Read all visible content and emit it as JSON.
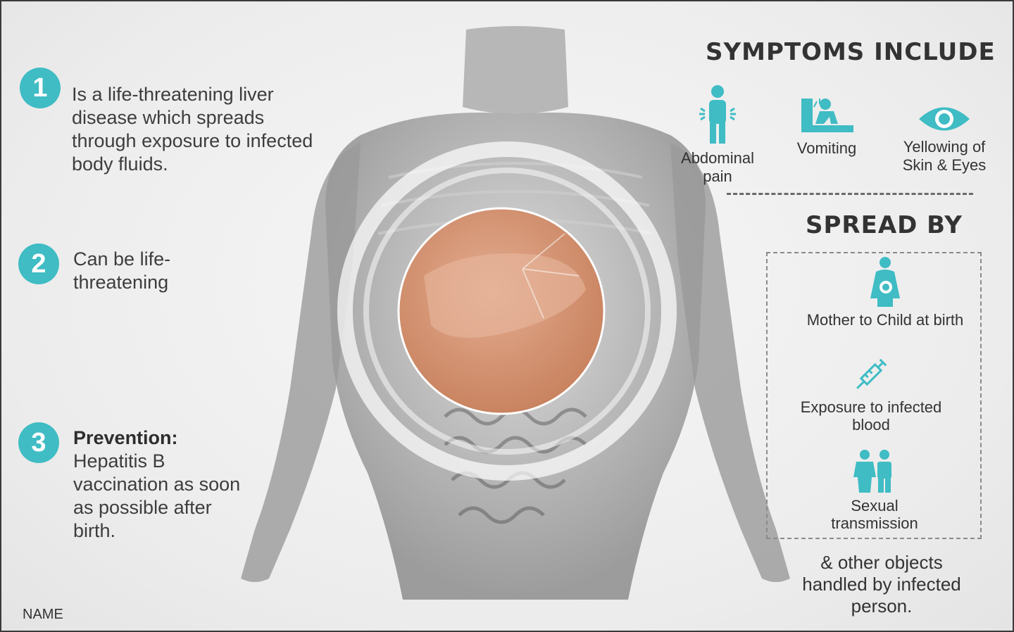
{
  "facts": [
    {
      "number": "1",
      "text": "Is a life-threatening liver disease which spreads through exposure to infected body fluids."
    },
    {
      "number": "2",
      "text": "Can be life-threatening"
    },
    {
      "number": "3",
      "heading": "Prevention:",
      "text": "Hepatitis B vaccination as soon as possible after birth."
    }
  ],
  "footer": {
    "name": "NAME"
  },
  "symptoms": {
    "heading": "SYMPTOMS INCLUDE",
    "items": [
      {
        "label": "Abdominal pain",
        "icon": "abdominal-pain-icon"
      },
      {
        "label": "Vomiting",
        "icon": "vomiting-icon"
      },
      {
        "label": "Yellowing of Skin & Eyes",
        "icon": "eye-icon"
      }
    ]
  },
  "spread": {
    "heading": "SPREAD BY",
    "items": [
      {
        "label": "Mother to Child at birth",
        "icon": "pregnant-woman-icon"
      },
      {
        "label": "Exposure to infected blood",
        "icon": "syringe-icon"
      },
      {
        "label": "Sexual transmission",
        "icon": "couple-icon"
      }
    ],
    "note": "& other objects handled by infected person."
  },
  "colors": {
    "accent": "#3fbcc4",
    "liver": "#d9987a",
    "text": "#333333"
  }
}
